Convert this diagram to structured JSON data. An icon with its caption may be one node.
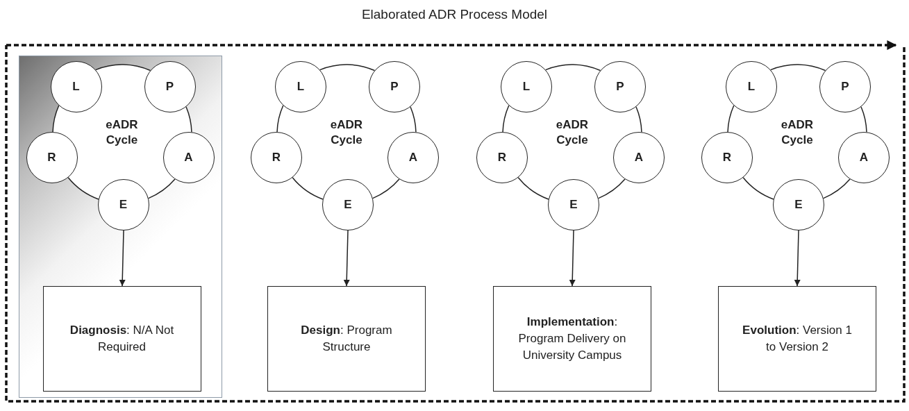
{
  "diagram": {
    "title": "Elaborated ADR Process Model",
    "nodes": [
      {
        "text": [],
        "shape": "box"
      },
      {
        "text": [
          "eADR Cycle"
        ],
        "in": 0
      },
      {
        "text": [
          "L"
        ],
        "in": 0
      },
      {
        "text": [
          "P"
        ],
        "in": 0
      },
      {
        "text": [
          "R"
        ],
        "in": 0
      },
      {
        "text": [
          "A"
        ],
        "in": 0
      },
      {
        "text": [
          "E"
        ],
        "in": 0
      },
      {
        "text": [
          "**Diagnosis**: N/A Not Required"
        ],
        "in": 0
      },
      {
        "text": [
          "eADR Cycle"
        ]
      },
      {
        "text": [
          "L"
        ]
      },
      {
        "text": [
          "P"
        ]
      },
      {
        "text": [
          "R"
        ]
      },
      {
        "text": [
          "A"
        ]
      },
      {
        "text": [
          "E"
        ]
      },
      {
        "text": [
          "**Design**: Program Structure"
        ]
      },
      {
        "text": [
          "eADR Cycle"
        ]
      },
      {
        "text": [
          "L"
        ]
      },
      {
        "text": [
          "P"
        ]
      },
      {
        "text": [
          "R"
        ]
      },
      {
        "text": [
          "A"
        ]
      },
      {
        "text": [
          "E"
        ]
      },
      {
        "text": [
          "**Implementation**: Program Delivery on University Campus"
        ]
      },
      {
        "text": [
          "eADR Cycle"
        ]
      },
      {
        "text": [
          "L"
        ]
      },
      {
        "text": [
          "P"
        ]
      },
      {
        "text": [
          "R"
        ]
      },
      {
        "text": [
          "A"
        ]
      },
      {
        "text": [
          "E"
        ]
      },
      {
        "text": [
          "**Evolution**: Version 1 to Version 2"
        ]
      }
    ],
    "edges": [
      {
        "from": 6,
        "to": 7,
        "arrow": "to"
      },
      {
        "from": 13,
        "to": 14,
        "arrow": "to"
      },
      {
        "from": 20,
        "to": 21,
        "arrow": "to"
      },
      {
        "from": 27,
        "to": 28,
        "arrow": "to"
      }
    ]
  }
}
